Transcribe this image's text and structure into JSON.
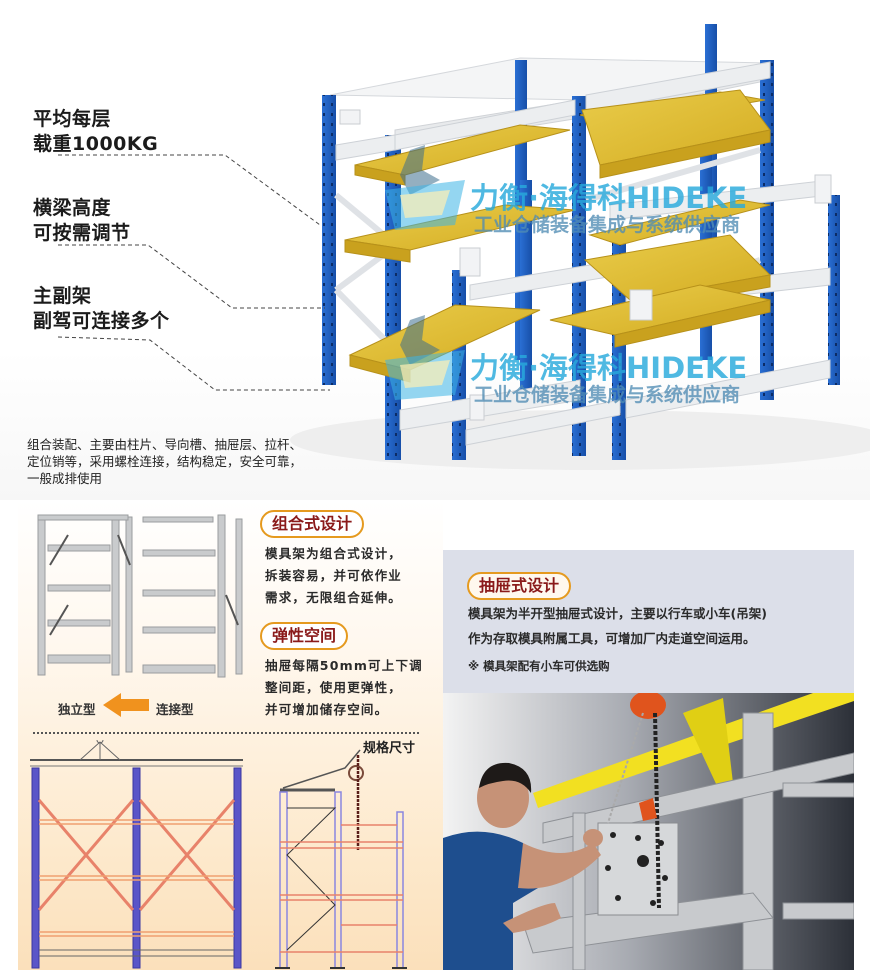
{
  "hero": {
    "features": [
      {
        "line1": "平均每层",
        "line2": "载重1000KG"
      },
      {
        "line1": "横梁高度",
        "line2": "可按需调节"
      },
      {
        "line1": "主副架",
        "line2": "副驾可连接多个"
      }
    ],
    "description": [
      "组合装配、主要由柱片、导向槽、抽屉层、拉杆、",
      "定位销等，采用螺栓连接，结构稳定，安全可靠，",
      "一般成排使用"
    ],
    "watermark": {
      "brand": "力衡·海得科HIDEKE",
      "tagline": "工业仓储装备集成与系统供应商"
    },
    "colors": {
      "upright_blue": "#1f5fbf",
      "shelf_yellow": "#e3c23a",
      "beam_white": "#eef0f2"
    }
  },
  "modular": {
    "badge": "组合式设计",
    "text": [
      "模具架为组合式设计，",
      "拆装容易，并可依作业",
      "需求，无限组合延伸。"
    ],
    "label_independent": "独立型",
    "label_connected": "连接型"
  },
  "flexible": {
    "badge": "弹性空间",
    "text": [
      "抽屉每隔50mm可上下调",
      "整间距，使用更弹性，",
      "并可增加储存空间。"
    ]
  },
  "spec": {
    "title": "规格尺寸"
  },
  "drawer": {
    "badge": "抽屉式设计",
    "text": [
      "模具架为半开型抽屉式设计，主要以行车或小车(吊架)",
      "作为存取模具附属工具，可增加厂内走道空间运用。"
    ],
    "note": "※ 模具架配有小车可供选购"
  },
  "accents": {
    "badge_border": "#e59a1f",
    "badge_text": "#8a1a1a",
    "arrow": "#f0921e",
    "drawing_upright": "#5a55c8",
    "drawing_brace": "#e8826a"
  }
}
